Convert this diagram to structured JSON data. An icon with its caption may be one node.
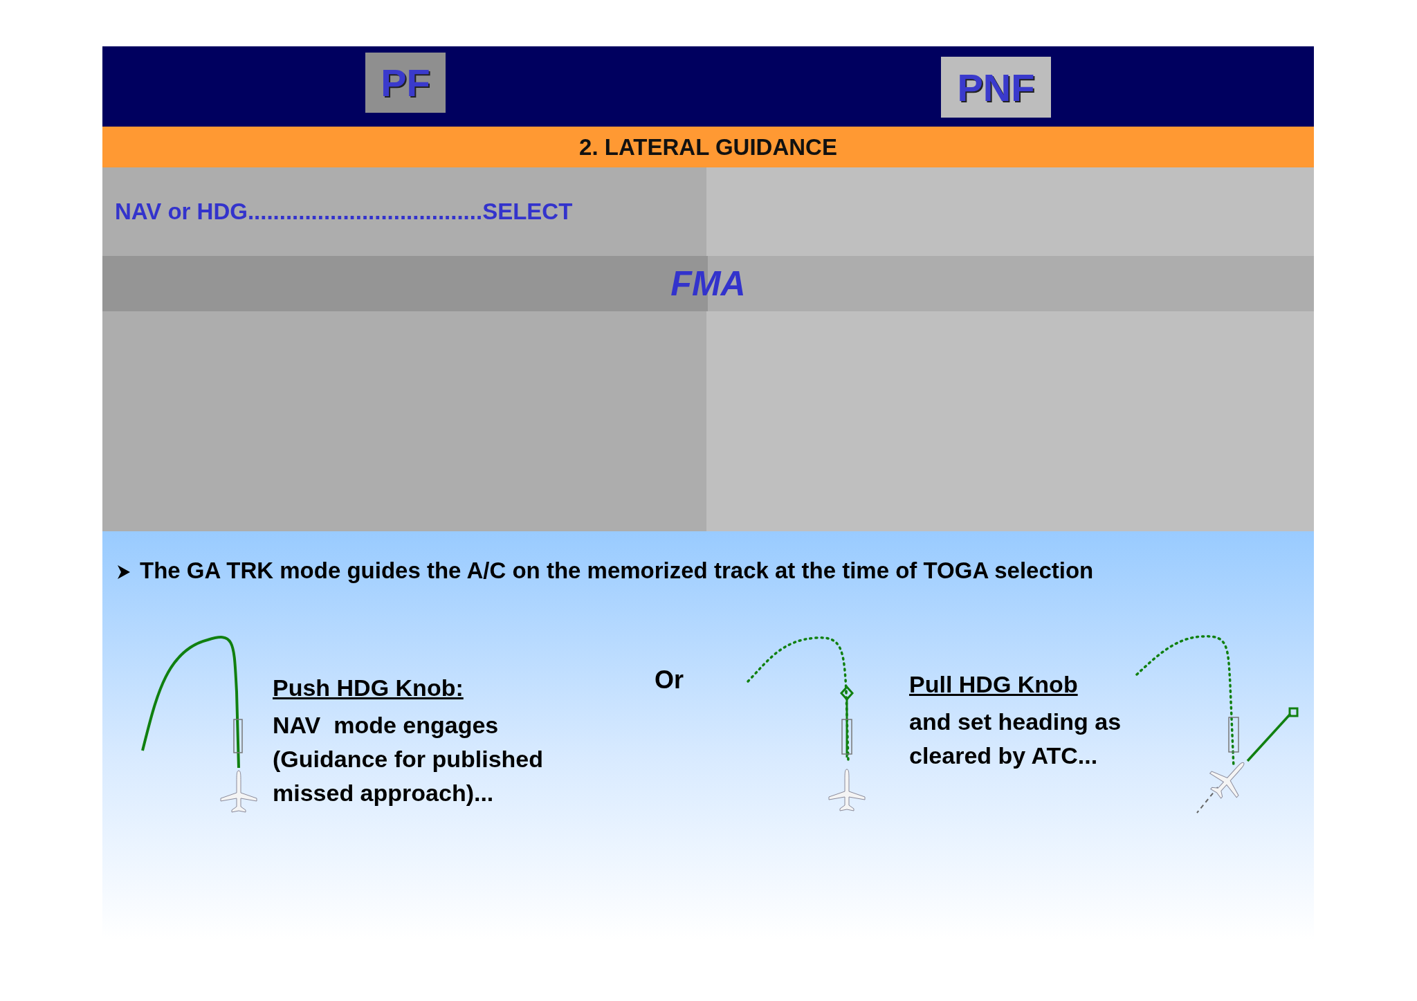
{
  "diagram": {
    "nodes": [
      {
        "text": [
          "PF"
        ]
      },
      {
        "text": [
          "PNF"
        ]
      },
      {
        "text": [
          "2. LATERAL GUIDANCE"
        ]
      },
      {
        "text": [
          "NAV or HDG.....................................SELECT"
        ]
      },
      {
        "text": [
          "FMA"
        ]
      }
    ],
    "labels": [
      "The GA TRK mode guides the A/C on the memorized track at the time of TOGA selection",
      "Push HDG Knob:",
      "NAV  mode engages (Guidance for published missed approach)...",
      "Or",
      "Pull HDG Knob",
      "and set heading as cleared by ATC..."
    ]
  }
}
